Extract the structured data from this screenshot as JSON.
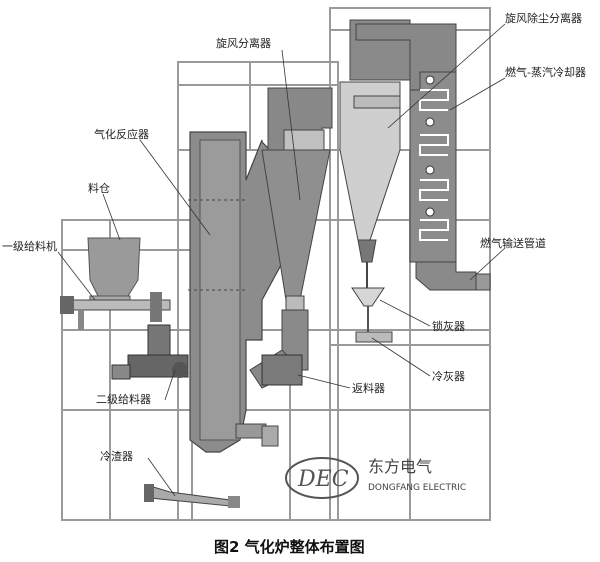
{
  "diagram": {
    "labels": {
      "cyclone_dust_separator": "旋风除尘分离器",
      "cyclone_separator": "旋风分离器",
      "gas_steam_cooler": "燃气-蒸汽冷却器",
      "gasifier_reactor": "气化反应器",
      "silo": "料仓",
      "first_feeder": "一级给料机",
      "gas_pipe": "燃气输送管道",
      "lock_hopper": "锁灰器",
      "ash_cooler": "冷灰器",
      "return_feeder": "返料器",
      "second_feeder": "二级给料器",
      "slag_cooler": "冷渣器"
    },
    "logo": {
      "mark": "DEC",
      "chinese": "东方电气",
      "english": "DONGFANG ELECTRIC"
    },
    "caption": "图2  气化炉整体布置图"
  },
  "colors": {
    "wall": "#8a8a8a",
    "wall_dark": "#6e6e6e",
    "frame": "#999999",
    "light_fill": "#d9d9d9",
    "cyclone_fill": "#d0d0d0"
  }
}
